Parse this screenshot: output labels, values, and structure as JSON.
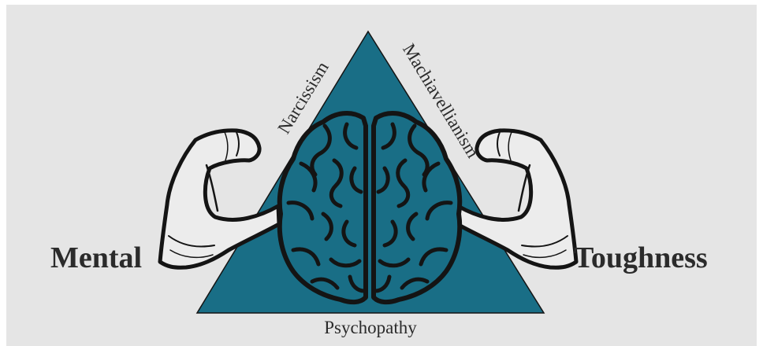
{
  "labels": {
    "left": "Mental",
    "right": "Toughness",
    "apex_left": "Narcissism",
    "apex_right": "Machiavellianism",
    "base": "Psychopathy"
  },
  "colors": {
    "background": "#e5e5e5",
    "triangle": "#196e86",
    "brain_fill": "#196e86",
    "outline": "#141414",
    "arm_fill": "#ececec",
    "text": "#2b2b2b"
  },
  "icons": [
    "flexed-arm-left-icon",
    "flexed-arm-right-icon",
    "brain-icon"
  ]
}
